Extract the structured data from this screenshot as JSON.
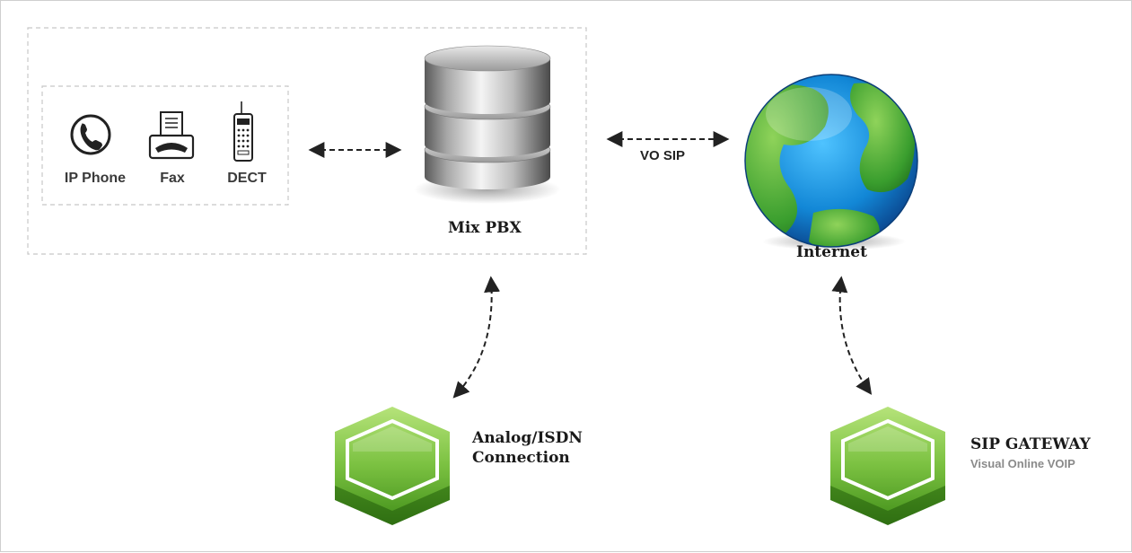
{
  "devices": {
    "ip_phone": "IP Phone",
    "fax": "Fax",
    "dect": "DECT"
  },
  "nodes": {
    "pbx": "Mix PBX",
    "internet": "Internet",
    "link_pbx_internet": "VO SIP",
    "analog_line1": "Analog/ISDN",
    "analog_line2": "Connection",
    "sip_gateway_title": "SIP GATEWAY",
    "sip_gateway_subtitle": "Visual Online VOIP"
  },
  "colors": {
    "dash_border": "#c8c8c8",
    "connector": "#222222",
    "hex_green": "#7cc242",
    "hex_dark_green": "#4d8f1f",
    "globe_blue": "#1e88d8",
    "globe_green": "#3fa43a"
  }
}
